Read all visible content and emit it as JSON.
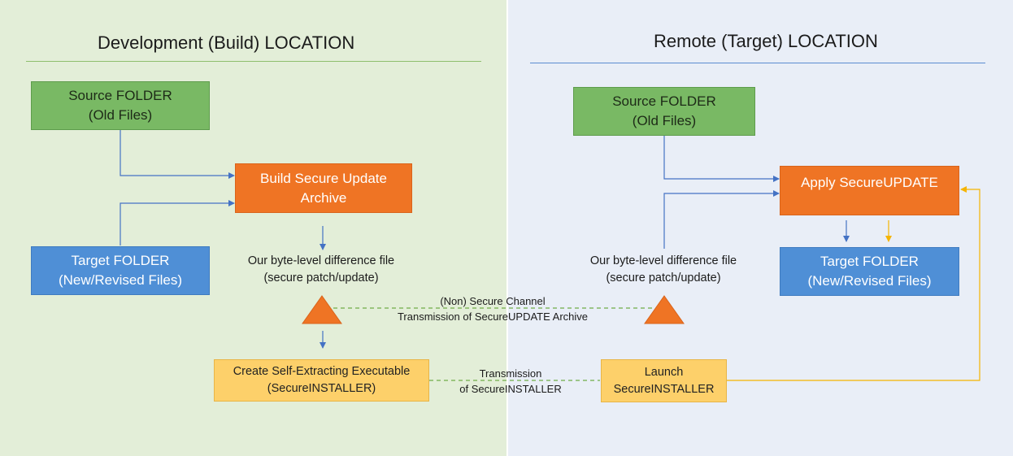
{
  "left": {
    "title": "Development (Build) LOCATION",
    "source_box": {
      "line1": "Source FOLDER",
      "line2": "(Old Files)"
    },
    "build_box": {
      "line1": "Build Secure Update",
      "line2": "Archive"
    },
    "target_box": {
      "line1": "Target FOLDER",
      "line2": "(New/Revised Files)"
    },
    "diff_label": {
      "line1": "Our byte-level difference file",
      "line2": "(secure patch/update)"
    },
    "installer_box": {
      "line1": "Create Self-Extracting Executable",
      "line2": "(SecureINSTALLER)"
    }
  },
  "right": {
    "title": "Remote (Target) LOCATION",
    "source_box": {
      "line1": "Source FOLDER",
      "line2": "(Old Files)"
    },
    "apply_box": {
      "line1": "Apply SecureUPDATE"
    },
    "target_box": {
      "line1": "Target FOLDER",
      "line2": "(New/Revised Files)"
    },
    "diff_label": {
      "line1": "Our byte-level difference file",
      "line2": "(secure patch/update)"
    },
    "launch_box": {
      "line1": "Launch",
      "line2": "SecureINSTALLER"
    }
  },
  "channel_label": {
    "line1": "(Non) Secure Channel",
    "line2": "Transmission of SecureUPDATE Archive"
  },
  "installer_transmission_label": {
    "line1": "Transmission",
    "line2": "of SecureINSTALLER"
  },
  "colors": {
    "left_bg": "#e3eed8",
    "right_bg": "#e9eef7",
    "green": "#79b964",
    "orange": "#ef7424",
    "blue": "#4f8fd6",
    "yellow": "#fdd06a",
    "connector_blue": "#4472c4",
    "connector_yellow": "#f5b400",
    "dashed_green": "#70ad47"
  }
}
